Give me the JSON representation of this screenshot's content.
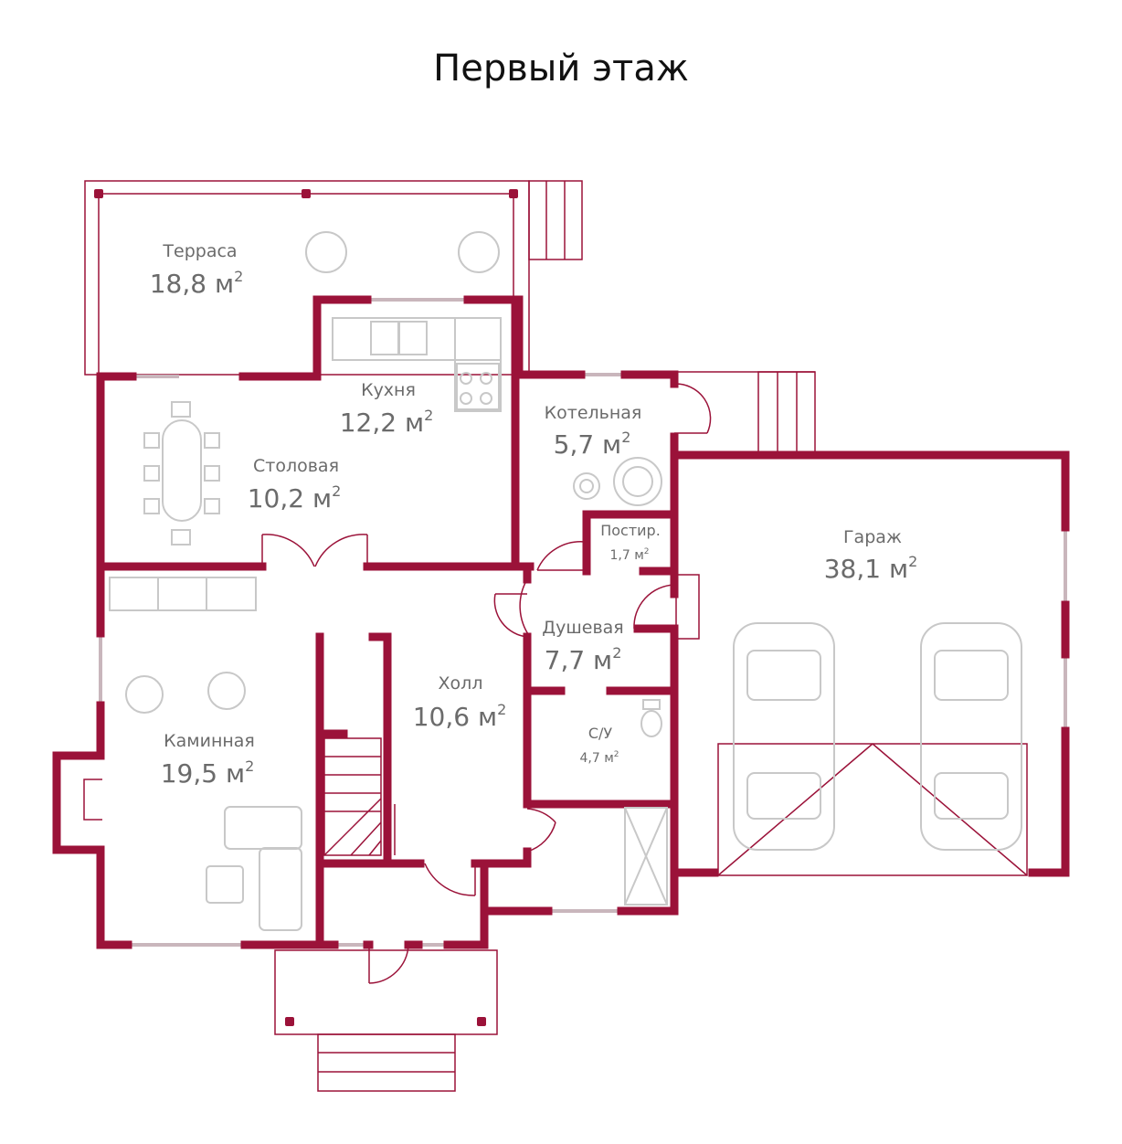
{
  "title": "Первый этаж",
  "wall_color": "#9b1239",
  "rooms": {
    "terrace": {
      "name": "Терраса",
      "area": "18,8 м",
      "unit_sup": "2"
    },
    "kitchen": {
      "name": "Кухня",
      "area": "12,2 м",
      "unit_sup": "2"
    },
    "dining": {
      "name": "Столовая",
      "area": "10,2 м",
      "unit_sup": "2"
    },
    "boiler": {
      "name": "Котельная",
      "area": "5,7 м",
      "unit_sup": "2"
    },
    "laundry": {
      "name": "Постир.",
      "area": "1,7 м",
      "unit_sup": "2"
    },
    "garage": {
      "name": "Гараж",
      "area": "38,1 м",
      "unit_sup": "2"
    },
    "shower": {
      "name": "Душевая",
      "area": "7,7 м",
      "unit_sup": "2"
    },
    "hall": {
      "name": "Холл",
      "area": "10,6 м",
      "unit_sup": "2"
    },
    "wc": {
      "name": "С/У",
      "area": "4,7 м",
      "unit_sup": "2"
    },
    "fireplace": {
      "name": "Каминная",
      "area": "19,5 м",
      "unit_sup": "2"
    }
  }
}
